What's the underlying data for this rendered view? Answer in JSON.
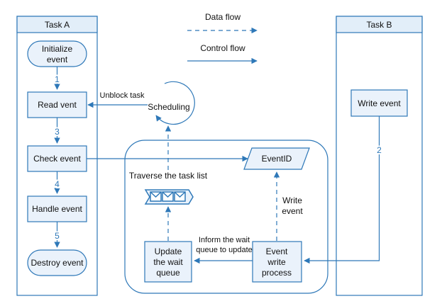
{
  "lanes": {
    "task_a": "Task A",
    "task_b": "Task B"
  },
  "legend": {
    "data_flow": "Data flow",
    "control_flow": "Control flow"
  },
  "task_a_steps": {
    "initialize_line1": "Initialize",
    "initialize_line2": "event",
    "read": "Read vent",
    "check": "Check event",
    "handle": "Handle event",
    "destroy": "Destroy event"
  },
  "step_numbers": {
    "n1": "1",
    "n2": "2",
    "n3": "3",
    "n4": "4",
    "n5": "5"
  },
  "task_b_steps": {
    "write": "Write event"
  },
  "center": {
    "scheduling": "Scheduling",
    "unblock_task": "Unblock task",
    "traverse": "Traverse the task list",
    "event_id": "EventID",
    "write_event_line1": "Write",
    "write_event_line2": "event",
    "update_line1": "Update",
    "update_line2": "the wait",
    "update_line3": "queue",
    "inform_line1": "Inform the wait",
    "inform_line2": "queue to update",
    "process_line1": "Event",
    "process_line2": "write",
    "process_line3": "process"
  },
  "colors": {
    "box_border": "#2e78b8",
    "box_fill": "#ffffff",
    "lane_header_fill": "#e2eef9",
    "terminal_fill": "#eaf2fb",
    "arrow": "#2e78b8"
  }
}
